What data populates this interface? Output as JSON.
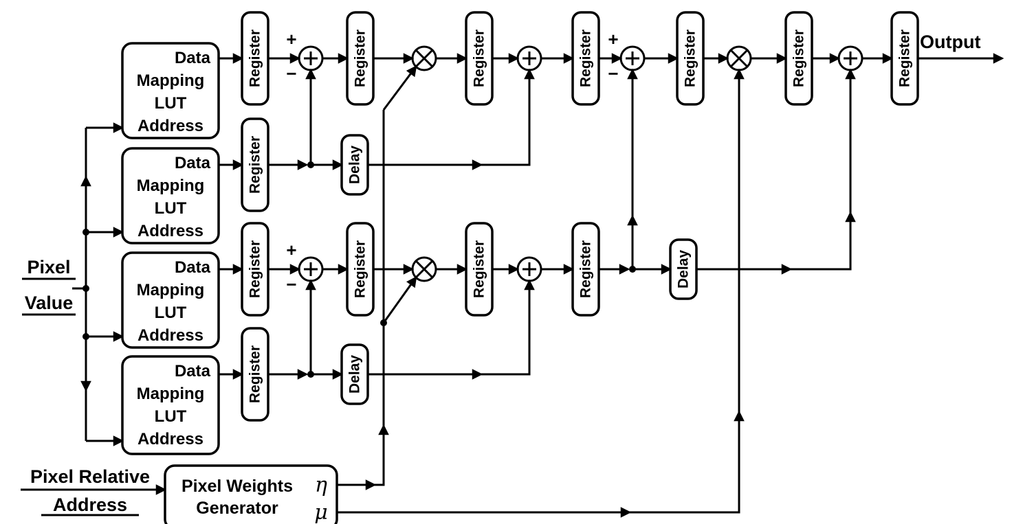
{
  "diagram": {
    "labels": {
      "register": "Register",
      "delay": "Delay",
      "plus": "+",
      "minus": "−",
      "output": "Output"
    },
    "lut_box": {
      "line1": "Data",
      "line2": "Mapping",
      "line3": "LUT",
      "line4": "Address"
    },
    "inputs": {
      "pixel_value": {
        "line1": "Pixel",
        "line2": "Value"
      },
      "pixel_relative_address": {
        "line1": "Pixel Relative",
        "line2": "Address"
      }
    },
    "weights_generator": {
      "line1": "Pixel Weights",
      "line2": "Generator",
      "eta": "η",
      "mu": "μ"
    },
    "colors": {
      "ink": "#000000",
      "background": "#ffffff"
    }
  }
}
